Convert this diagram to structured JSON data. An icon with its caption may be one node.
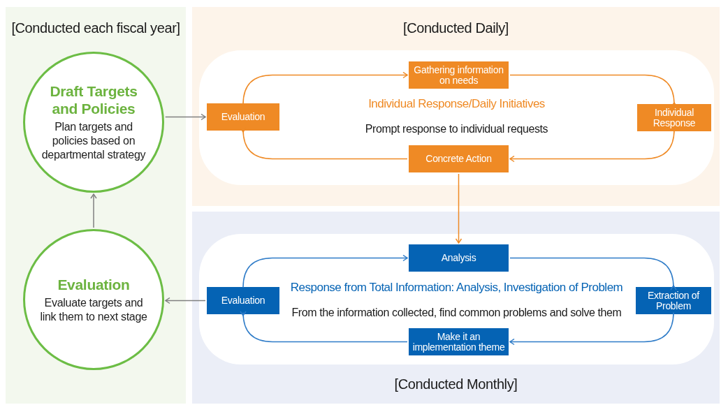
{
  "diagram": {
    "nodes": [
      {
        "text": [
          "[Conducted each fiscal year]"
        ]
      },
      {
        "text": [
          "Draft Targets and Policies",
          "Plan targets and policies based on departmental strategy"
        ],
        "in": 0
      },
      {
        "text": [
          "Evaluation",
          "Evaluate targets and link them to next stage"
        ],
        "in": 0
      },
      {
        "text": [
          "[Conducted Daily]"
        ]
      },
      {
        "text": [
          "Individual Response/Daily Initiatives",
          "Prompt response to individual requests"
        ],
        "in": 3
      },
      {
        "text": [
          "Evaluation"
        ],
        "in": 4
      },
      {
        "text": [
          "Gathering information on needs"
        ],
        "in": 4
      },
      {
        "text": [
          "Individual Response"
        ],
        "in": 4
      },
      {
        "text": [
          "Concrete Action"
        ],
        "in": 4
      },
      {
        "text": [
          "[Conducted Monthly]"
        ]
      },
      {
        "text": [
          "Response from Total Information: Analysis, Investigation of Problem",
          "From the information collected, find common problems and solve them"
        ],
        "in": 9
      },
      {
        "text": [
          "Evaluation"
        ],
        "in": 10
      },
      {
        "text": [
          "Analysis"
        ],
        "in": 10
      },
      {
        "text": [
          "Extraction of Problem"
        ],
        "in": 10
      },
      {
        "text": [
          "Make it an implementation theme"
        ],
        "in": 10
      }
    ],
    "edges": [
      {
        "from": 1,
        "to": 5,
        "arrow": "to",
        "color": "#808080"
      },
      {
        "from": 5,
        "to": 6,
        "arrow": "to"
      },
      {
        "from": 6,
        "to": 7,
        "arrow": "to"
      },
      {
        "from": 7,
        "to": 8,
        "arrow": "to"
      },
      {
        "from": 8,
        "to": 5,
        "arrow": "to"
      },
      {
        "from": 8,
        "to": 12,
        "arrow": "to"
      },
      {
        "from": 11,
        "to": 12,
        "arrow": "to",
        "color": "#2f7cc8"
      },
      {
        "from": 12,
        "to": 13,
        "arrow": "to",
        "color": "#2f7cc8"
      },
      {
        "from": 13,
        "to": 14,
        "arrow": "to",
        "color": "#2f7cc8"
      },
      {
        "from": 14,
        "to": 11,
        "arrow": "to",
        "color": "#2f7cc8"
      },
      {
        "from": 11,
        "to": 2,
        "arrow": "to",
        "color": "#808080"
      },
      {
        "from": 2,
        "to": 1,
        "arrow": "to",
        "color": "#808080"
      }
    ]
  }
}
